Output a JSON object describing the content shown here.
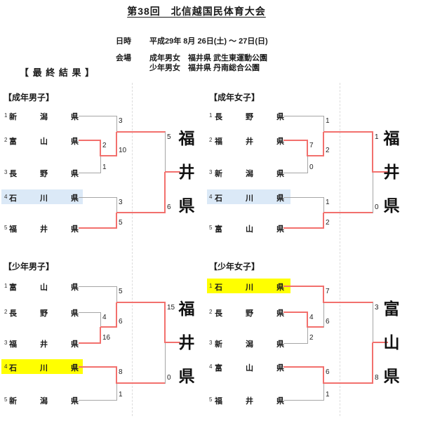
{
  "page": {
    "title": "第38回　北信越国民体育大会",
    "final_results_label": "【 最 終 結 果 】",
    "info": {
      "datetime_label": "日時",
      "datetime_value": "平成29年 8月 26日(土) ～ 27日(日)",
      "venue_label": "会場",
      "venue_lines": [
        "成年男女　福井県 武生東運動公園",
        "少年男女　福井県 丹南総合公園"
      ]
    }
  },
  "colors": {
    "winner_line": "#f2706d",
    "loser_line": "#a6a6a6",
    "highlight_blue": "#dbe9f7",
    "highlight_yellow": "#ffff00",
    "guide_line": "#dcdcdc"
  },
  "brackets": [
    {
      "title": "【成年男子】",
      "column": "left",
      "band": "top",
      "teams": [
        {
          "no": "1",
          "name": "新潟県",
          "line": "gray",
          "highlight": null
        },
        {
          "no": "2",
          "name": "富山県",
          "line": "red",
          "highlight": null
        },
        {
          "no": "3",
          "name": "長野県",
          "line": "gray",
          "highlight": null
        },
        {
          "no": "4",
          "name": "石川県",
          "line": "gray",
          "highlight": "blue"
        },
        {
          "no": "5",
          "name": "福井県",
          "line": "red",
          "highlight": null
        }
      ],
      "scores": {
        "t1": "3",
        "t2": "2",
        "t3": "1",
        "fr_winner": "10",
        "semi_winner": "5",
        "t4": "3",
        "t5": "5",
        "bottom_winner": "6"
      },
      "paths": {
        "semi_top": "gray",
        "semi_bottom": "red",
        "final_top": "gray",
        "final_bottom": "red"
      },
      "champion": "福井県"
    },
    {
      "title": "【成年女子】",
      "column": "right",
      "band": "top",
      "teams": [
        {
          "no": "1",
          "name": "長野県",
          "line": "gray",
          "highlight": null
        },
        {
          "no": "2",
          "name": "福井県",
          "line": "red",
          "highlight": null
        },
        {
          "no": "3",
          "name": "新潟県",
          "line": "gray",
          "highlight": null
        },
        {
          "no": "4",
          "name": "石川県",
          "line": "gray",
          "highlight": "blue"
        },
        {
          "no": "5",
          "name": "富山県",
          "line": "red",
          "highlight": null
        }
      ],
      "scores": {
        "t1": "1",
        "t2": "7",
        "t3": "0",
        "fr_winner": "2",
        "semi_winner": "1",
        "t4": "1",
        "t5": "2",
        "bottom_winner": "0"
      },
      "paths": {
        "semi_top": "gray",
        "semi_bottom": "red",
        "final_top": "red",
        "final_bottom": "gray"
      },
      "champion": "福井県"
    },
    {
      "title": "【少年男子】",
      "column": "left",
      "band": "bottom",
      "teams": [
        {
          "no": "1",
          "name": "富山県",
          "line": "gray",
          "highlight": null
        },
        {
          "no": "2",
          "name": "長野県",
          "line": "gray",
          "highlight": null
        },
        {
          "no": "3",
          "name": "福井県",
          "line": "red",
          "highlight": null
        },
        {
          "no": "4",
          "name": "石川県",
          "line": "red",
          "highlight": "yellow"
        },
        {
          "no": "5",
          "name": "新潟県",
          "line": "gray",
          "highlight": null
        }
      ],
      "scores": {
        "t1": "5",
        "t2": "4",
        "t3": "16",
        "fr_winner": "6",
        "semi_winner": "15",
        "t4": "8",
        "t5": "1",
        "bottom_winner": "0"
      },
      "paths": {
        "semi_top": "gray",
        "semi_bottom": "red",
        "final_top": "red",
        "final_bottom": "gray"
      },
      "champion": "福井県"
    },
    {
      "title": "【少年女子】",
      "column": "right",
      "band": "bottom",
      "teams": [
        {
          "no": "1",
          "name": "石川県",
          "line": "red",
          "highlight": "yellow"
        },
        {
          "no": "2",
          "name": "長野県",
          "line": "red",
          "highlight": null
        },
        {
          "no": "3",
          "name": "新潟県",
          "line": "gray",
          "highlight": null
        },
        {
          "no": "4",
          "name": "富山県",
          "line": "red",
          "highlight": null
        },
        {
          "no": "5",
          "name": "福井県",
          "line": "gray",
          "highlight": null
        }
      ],
      "scores": {
        "t1": "7",
        "t2": "4",
        "t3": "2",
        "fr_winner": "6",
        "semi_winner": "3",
        "t4": "6",
        "t5": "1",
        "bottom_winner": "8"
      },
      "paths": {
        "semi_top": "red",
        "semi_bottom": "gray",
        "final_top": "gray",
        "final_bottom": "red"
      },
      "champion": "富山県"
    }
  ]
}
